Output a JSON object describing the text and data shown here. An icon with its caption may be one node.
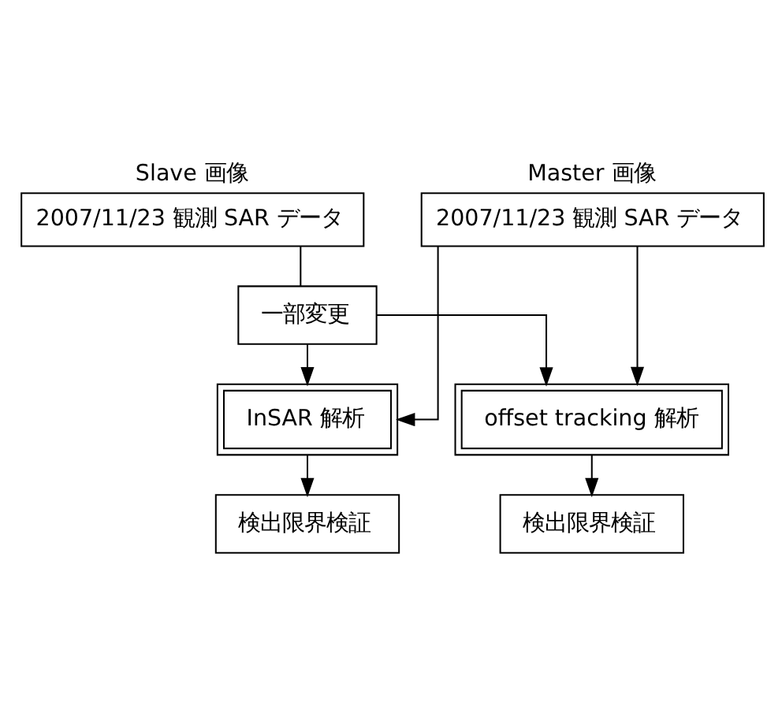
{
  "diagram": {
    "nodes": [
      {
        "text": [
          "Master 画像",
          "2007/11/23 観測 SAR データ"
        ]
      },
      {
        "text": [
          "Slave 画像",
          "2007/11/23 観測 SAR データ"
        ]
      },
      {
        "text": [
          "一部変更"
        ]
      },
      {
        "text": [
          "InSAR 解析"
        ]
      },
      {
        "text": [
          "offset tracking 解析"
        ]
      },
      {
        "text": [
          "検出限界検証"
        ]
      },
      {
        "text": [
          "検出限界検証"
        ]
      }
    ],
    "edges": [
      {
        "from": 1,
        "to": 2,
        "arrow": "none"
      },
      {
        "from": 0,
        "to": 3,
        "arrow": "to"
      },
      {
        "from": 0,
        "to": 4,
        "arrow": "to"
      },
      {
        "from": 2,
        "to": 3,
        "arrow": "to"
      },
      {
        "from": 2,
        "to": 4,
        "arrow": "to"
      },
      {
        "from": 3,
        "to": 5,
        "arrow": "to"
      },
      {
        "from": 4,
        "to": 6,
        "arrow": "to"
      }
    ]
  }
}
